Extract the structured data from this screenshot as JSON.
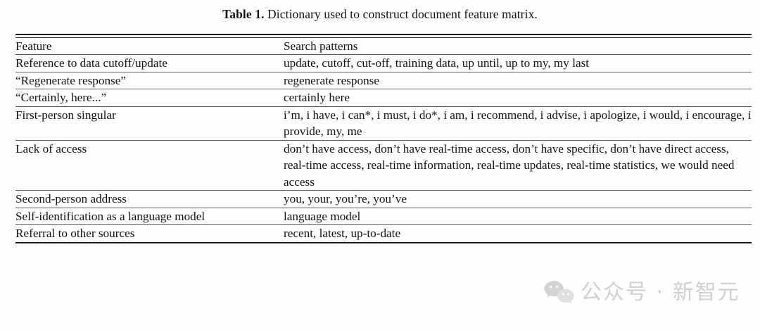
{
  "caption": {
    "label": "Table 1.",
    "text": " Dictionary used to construct document feature matrix."
  },
  "table": {
    "columns": [
      "Feature",
      "Search patterns"
    ],
    "rows": [
      {
        "feature": "Reference to data cutoff/update",
        "patterns": "update, cutoff, cut-off, training data, up until, up to my, my last"
      },
      {
        "feature": "“Regenerate response”",
        "patterns": "regenerate response"
      },
      {
        "feature": "“Certainly, here...”",
        "patterns": "certainly here"
      },
      {
        "feature": "First-person singular",
        "patterns": "i’m, i have, i can*, i must, i do*, i am, i recommend, i advise, i apologize, i would, i encourage, i provide, my, me"
      },
      {
        "feature": "Lack of access",
        "patterns": "don’t have access, don’t have real-time access, don’t have specific, don’t have direct access, real-time access, real-time information, real-time updates, real-time statistics, we would need access"
      },
      {
        "feature": "Second-person address",
        "patterns": "you, your, you’re, you’ve"
      },
      {
        "feature": "Self-identification as a language model",
        "patterns": "language model"
      },
      {
        "feature": "Referral to other sources",
        "patterns": "recent, latest, up-to-date"
      }
    ]
  },
  "watermark": {
    "text": "公众号 · 新智元",
    "logo": "wechat-logo",
    "color": "#b4b4b4"
  }
}
